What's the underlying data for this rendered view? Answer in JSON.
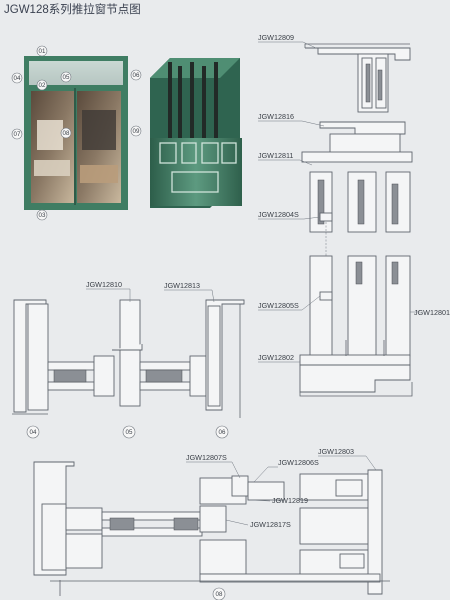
{
  "title": "JGW128系列推拉窗节点图",
  "elevation": {
    "callouts": [
      "01",
      "02",
      "03",
      "04",
      "05",
      "06",
      "07",
      "08",
      "09"
    ]
  },
  "profiles": {
    "p12809": "JGW12809",
    "p12816": "JGW12816",
    "p12811": "JGW12811",
    "p12804s": "JGW12804S",
    "p12805s": "JGW12805S",
    "p12802": "JGW12802",
    "p12801": "JGW12801",
    "p12810": "JGW12810",
    "p12813": "JGW12813",
    "p12807s": "JGW12807S",
    "p12806s": "JGW12806S",
    "p12803": "JGW12803",
    "p12819": "JGW12819",
    "p12817s": "JGW12817S"
  },
  "sections": {
    "s04": "04",
    "s05": "05",
    "s06": "06",
    "s08": "08"
  },
  "colors": {
    "frame_green": "#3f7d63",
    "paper": "#e9ebed",
    "line": "#5d636b"
  }
}
